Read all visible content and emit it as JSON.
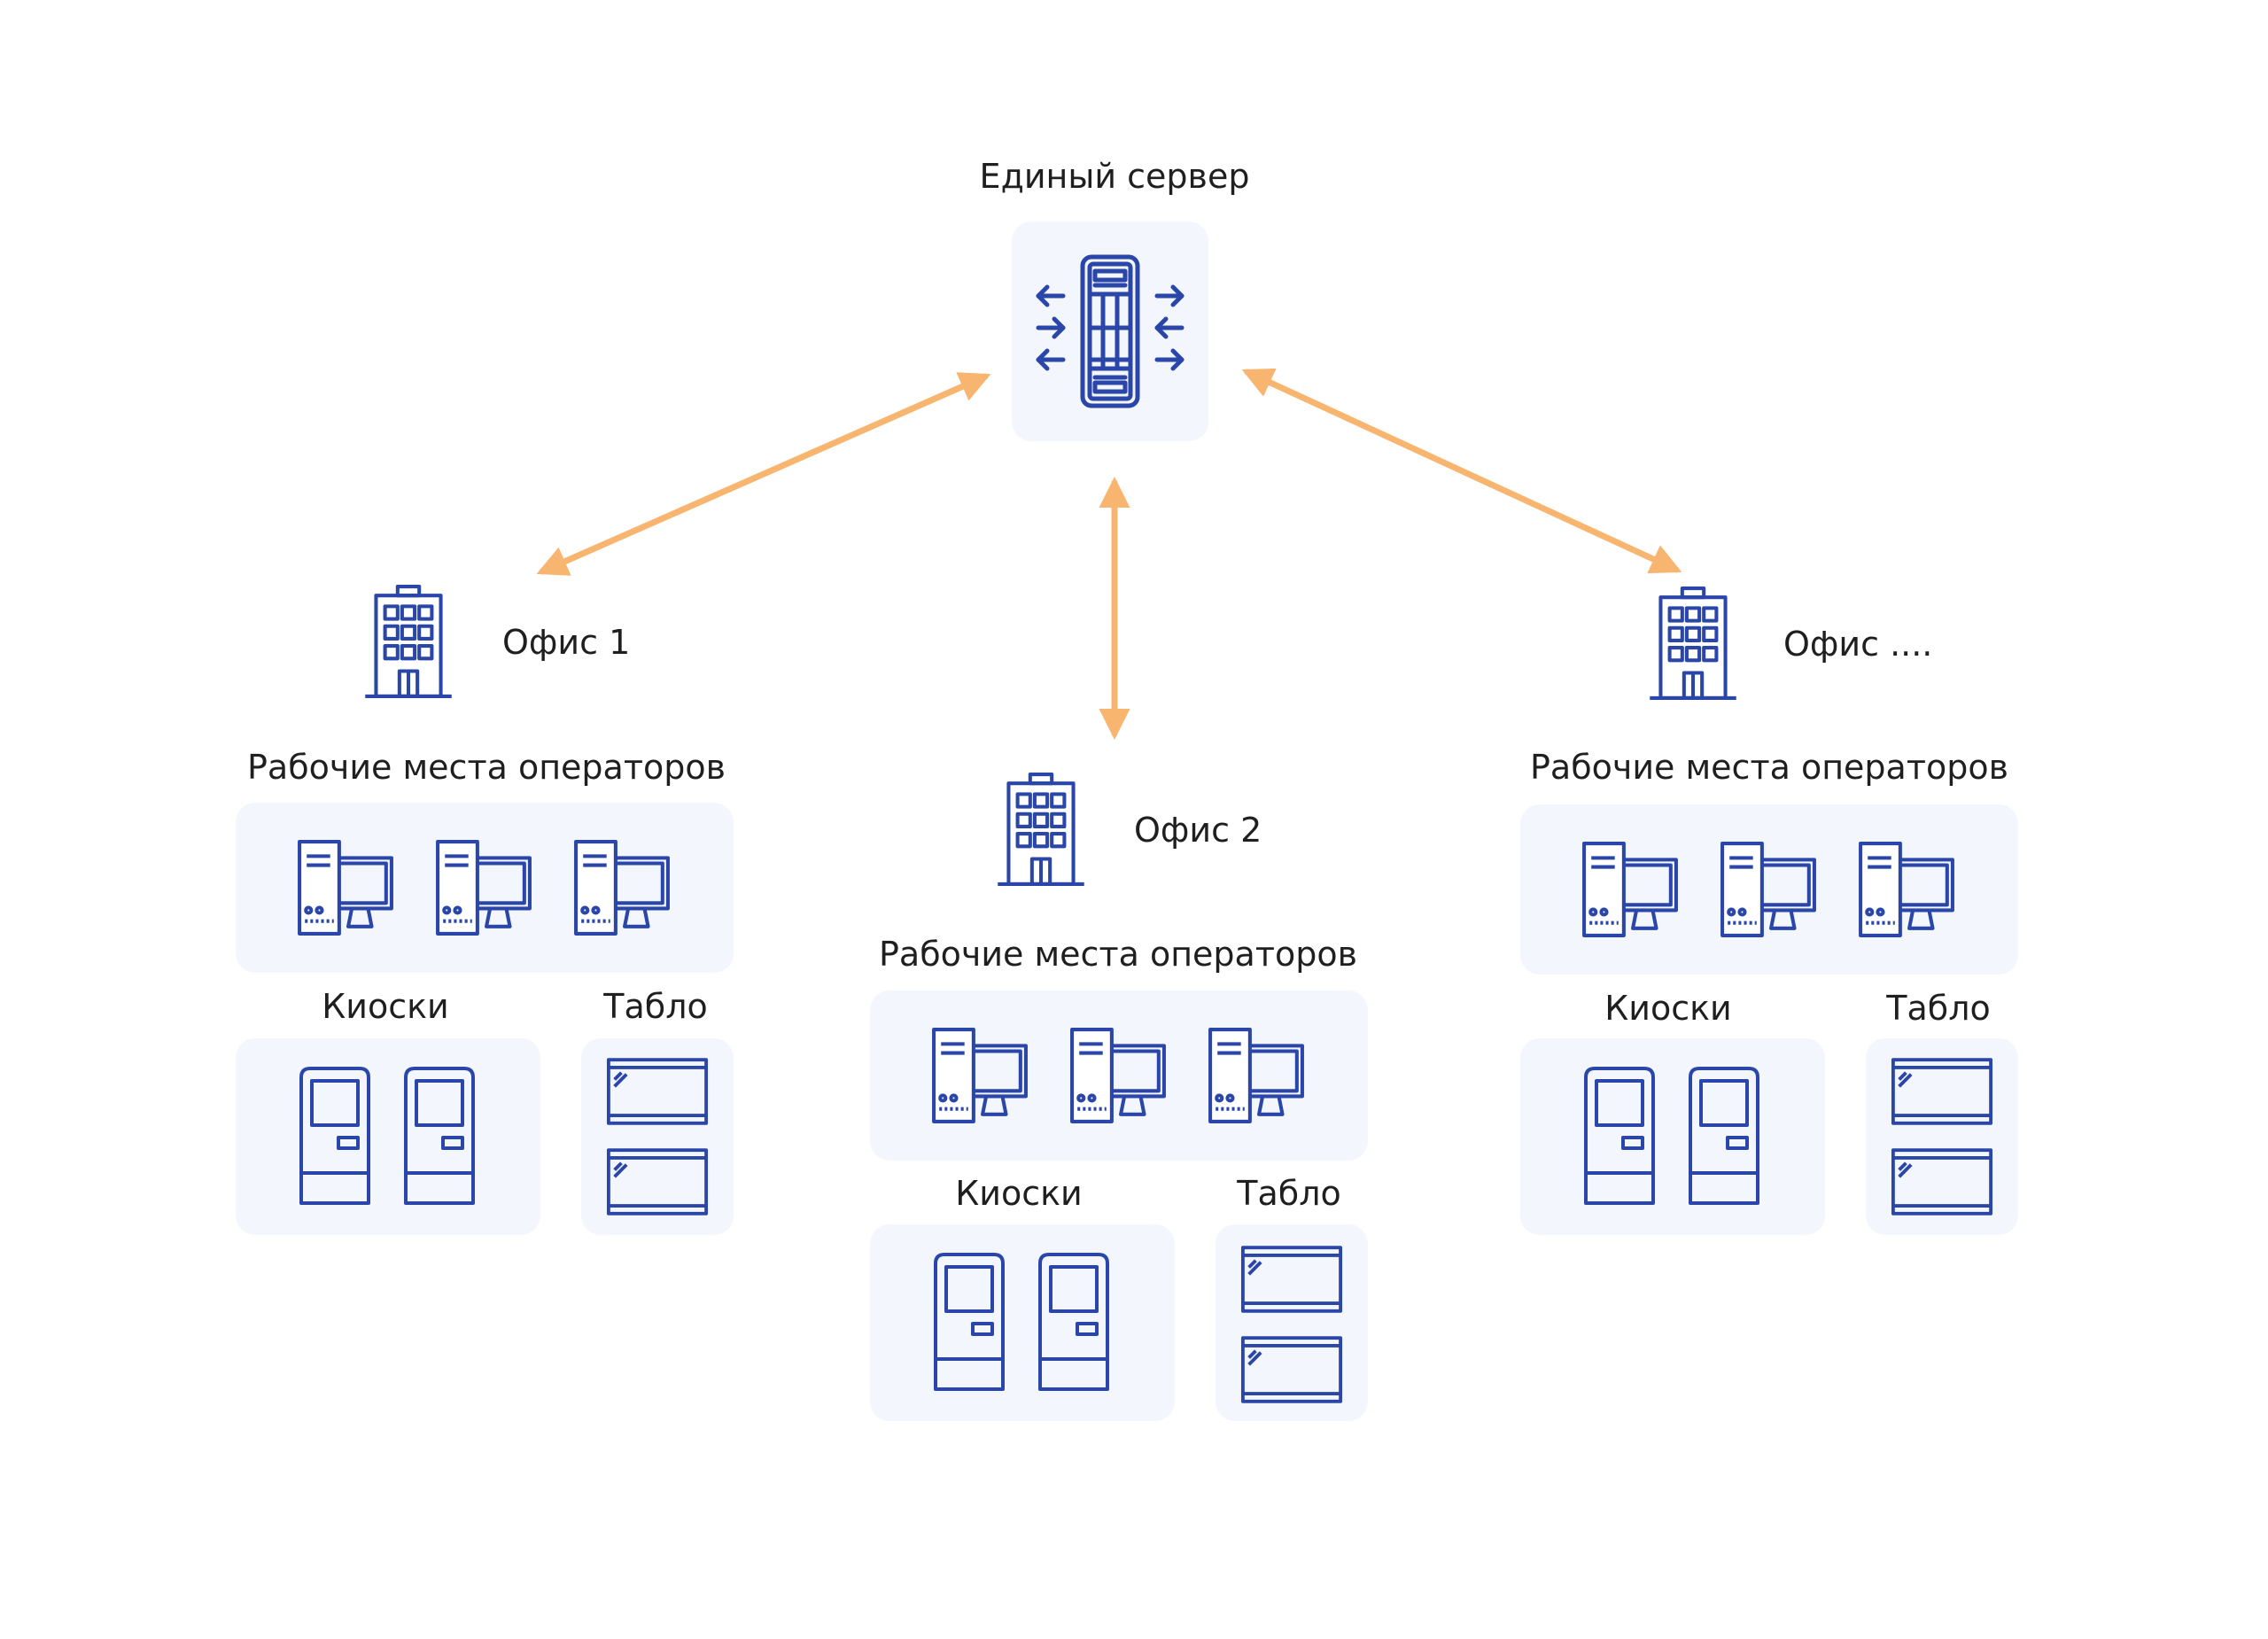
{
  "server": {
    "label": "Единый сервер",
    "icon": "server-rack-icon"
  },
  "offices": [
    {
      "id": "office-1",
      "name": "Офис 1",
      "workstations_label": "Рабочие места операторов",
      "kiosks_label": "Киоски",
      "boards_label": "Табло",
      "workstation_count": 3,
      "kiosk_count": 2,
      "board_count": 2
    },
    {
      "id": "office-2",
      "name": "Офис 2",
      "workstations_label": "Рабочие места операторов",
      "kiosks_label": "Киоски",
      "boards_label": "Табло",
      "workstation_count": 3,
      "kiosk_count": 2,
      "board_count": 2
    },
    {
      "id": "office-n",
      "name": "Офис ....",
      "workstations_label": "Рабочие места операторов",
      "kiosks_label": "Киоски",
      "boards_label": "Табло",
      "workstation_count": 3,
      "kiosk_count": 2,
      "board_count": 2
    }
  ],
  "colors": {
    "icon_stroke": "#2a46a8",
    "arrow": "#f7b56f",
    "panel_bg": "#f3f7fd"
  }
}
